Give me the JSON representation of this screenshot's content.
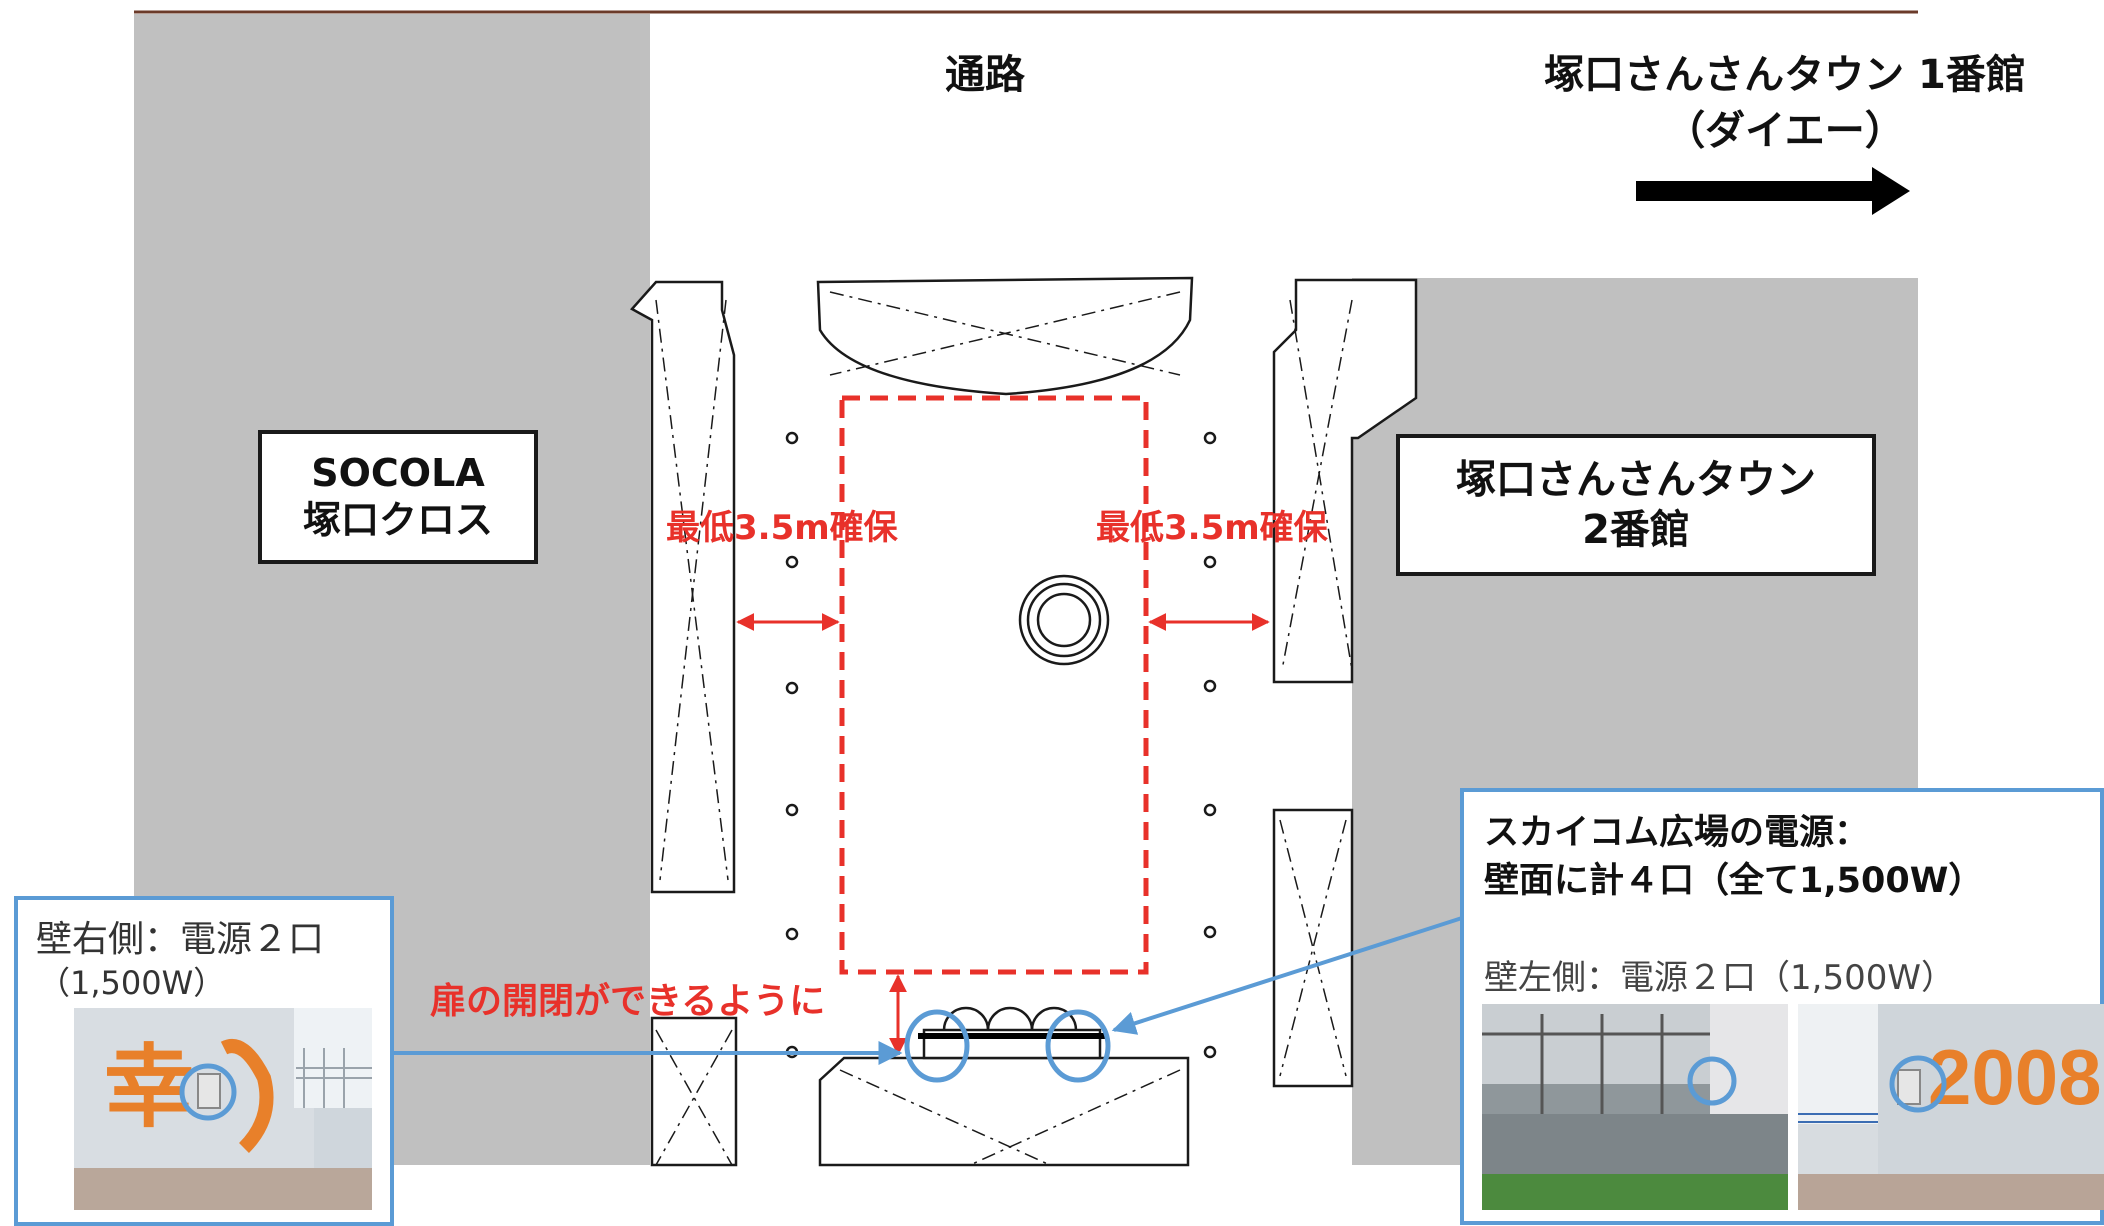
{
  "header": {
    "passage": "通路",
    "tower1_line1": "塚口さんさんタウン 1番館",
    "tower1_line2": "（ダイエー）"
  },
  "buildings": {
    "socola_line1": "SOCOLA",
    "socola_line2": "塚口クロス",
    "tower2_line1": "塚口さんさんタウン",
    "tower2_line2": "2番館"
  },
  "annotations": {
    "clearance_left": "最低3.5m確保",
    "clearance_right": "最低3.5m確保",
    "door_note": "扉の開閉ができるように"
  },
  "callout_left": {
    "line1": "壁右側：電源２口",
    "line2": "（1,500W）"
  },
  "callout_right": {
    "title_line1": "スカイコム広場の電源：",
    "title_line2": "壁面に計４口（全て1,500W）",
    "subtitle": "壁左側：電源２口（1,500W）"
  },
  "photo_texts": {
    "wall_graffiti_left": "幸",
    "wall_graffiti_right": "2008"
  },
  "colors": {
    "building_gray": "#c0c0c0",
    "red_accent": "#e8312a",
    "callout_blue": "#5b9bd5",
    "line_dark": "#1a1a1a"
  }
}
